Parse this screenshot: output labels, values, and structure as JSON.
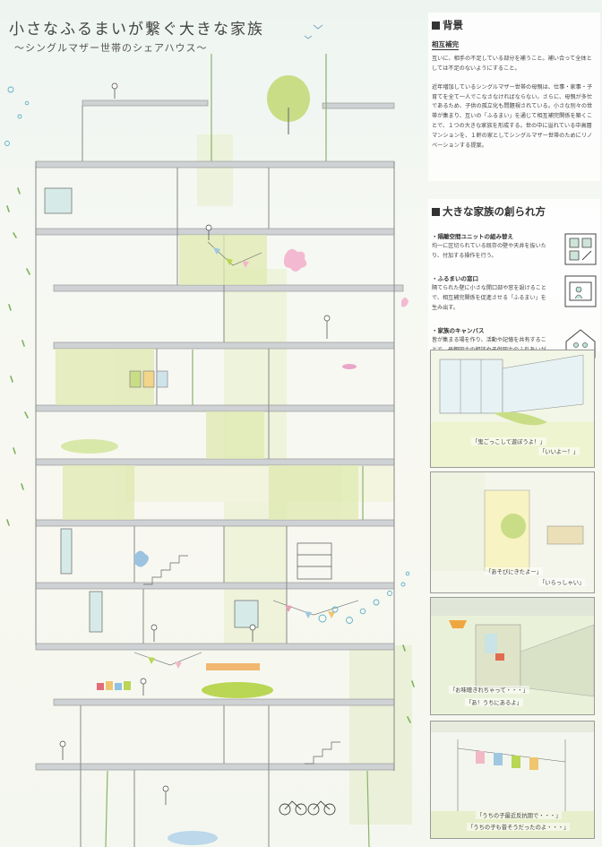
{
  "title": "小さなふるまいが繋ぐ大きな家族",
  "subtitle": "〜シングルマザー世帯のシェアハウス〜",
  "background": {
    "heading": "背景",
    "sub": "相互補完",
    "intro": "互いに、相手の不足している部分を補うこと。補い合って全体としては不足のないようにすること。",
    "body": "近年増加しているシングルマザー世帯の母親は、仕事・家事・子育てを全て一人でこなさなければならない。さらに、母親が多忙であるため、子供の孤立化も問題視されている。小さな别々の世帯が集まり、互いの「ふるまい」を通じて相互補完関係を築くことで、１つの大きな家族を形成する。世の中に溢れている中高層マンションを、１軒の家としてシングルマザー世帯のためにリノベーションする提案。"
  },
  "method": {
    "heading": "大きな家族の創られ方",
    "items": [
      {
        "label": "・隔離空間ユニットの組み替え",
        "text": "均一に区切られている既存の壁や天井を抜いたり、付加する操作を行う。",
        "icon": "grid-reconfigure-icon"
      },
      {
        "label": "・ふるまいの窓口",
        "text": "隔てられた壁に小さな開口部や窓を設けることで、相互補完関係を促進させる「ふるまい」を生み出す。",
        "icon": "window-person-icon"
      },
      {
        "label": "・家族のキャンバス",
        "text": "皆が集まる場を作り、活動や記憶を共有することで、母親同士の相談や子供同士のふれあいが生まれる。",
        "icon": "house-people-icon"
      }
    ]
  },
  "scenes": [
    {
      "captions": [
        "「鬼ごっこして遊ぼうよ！」",
        "「いいよー！」"
      ]
    },
    {
      "captions": [
        "「あそびにきたよー」",
        "「いらっしゃい」"
      ]
    },
    {
      "captions": [
        "「お味噌きれちゃって・・・」",
        "「あ！うちにあるよ」"
      ]
    },
    {
      "captions": [
        "「うちの子最近反抗期で・・・」",
        "「うちの子も昔そうだったのよ・・・」"
      ]
    }
  ],
  "colors": {
    "accent_green": "#c9dd86",
    "frame_gray": "#cfd2d4",
    "text": "#333333"
  }
}
